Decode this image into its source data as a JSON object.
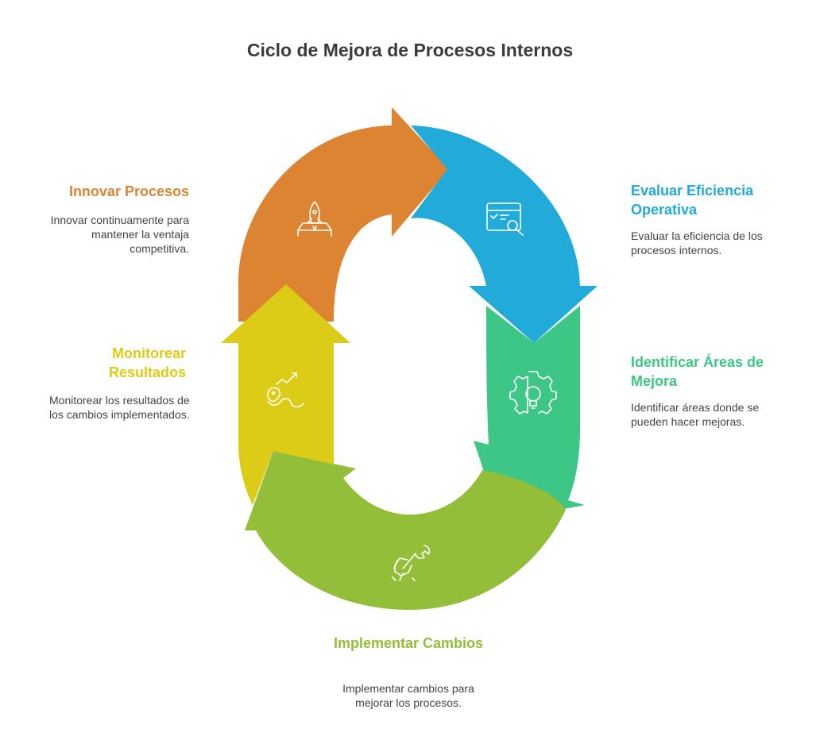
{
  "title": "Ciclo de Mejora de Procesos Internos",
  "colors": {
    "innovar": "#dd8433",
    "evaluar": "#22aad9",
    "identificar": "#3dc685",
    "implementar": "#92be3a",
    "monitorear": "#ddcc17",
    "icon_stroke": "#ffffff"
  },
  "steps": {
    "innovar": {
      "title": "Innovar Procesos",
      "desc": "Innovar continuamente para mantener la ventaja competitiva.",
      "icon": "rocket-launch-icon"
    },
    "evaluar": {
      "title": "Evaluar Eficiencia Operativa",
      "desc": "Evaluar la eficiencia de los procesos internos.",
      "icon": "web-inspection-icon"
    },
    "identificar": {
      "title": "Identificar Áreas de Mejora",
      "desc": "Identificar áreas donde se pueden hacer mejoras.",
      "icon": "gear-lightbulb-icon"
    },
    "implementar": {
      "title": "Implementar Cambios",
      "desc": "Implementar cambios para mejorar los procesos.",
      "icon": "hand-wrench-icon"
    },
    "monitorear": {
      "title": "Monitorear Resultados",
      "desc": "Monitorear los resultados de los cambios implementados.",
      "icon": "trend-map-icon"
    }
  }
}
